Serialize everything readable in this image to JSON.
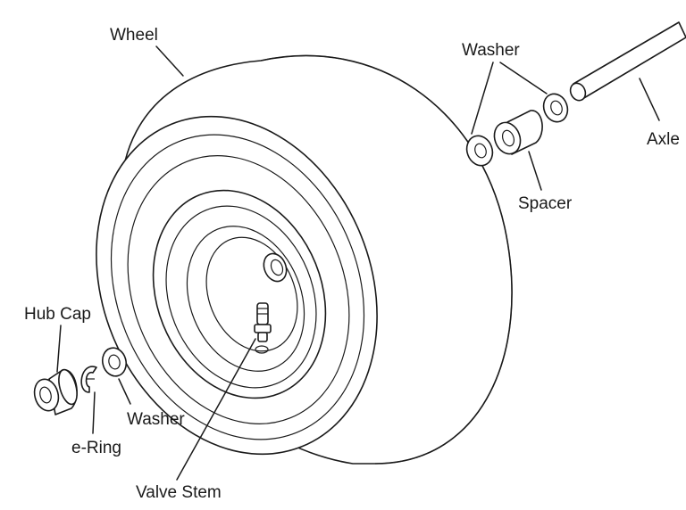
{
  "diagram": {
    "labels": {
      "wheel": "Wheel",
      "washer_top": "Washer",
      "axle": "Axle",
      "spacer": "Spacer",
      "hub_cap": "Hub Cap",
      "washer_left": "Washer",
      "e_ring": "e-Ring",
      "valve_stem": "Valve Stem"
    },
    "ink_color": "#1a1a1a",
    "background_color": "#ffffff"
  }
}
